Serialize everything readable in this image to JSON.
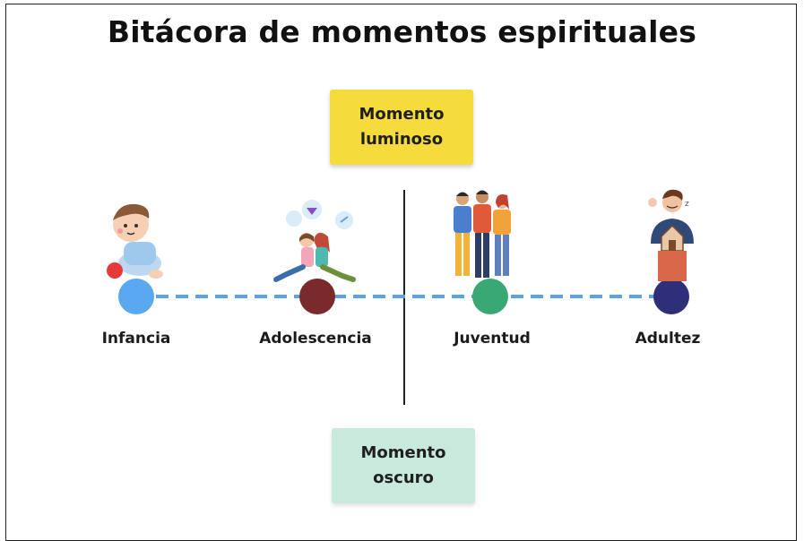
{
  "title": "Bitácora de momentos espirituales",
  "notes": {
    "light": {
      "line1": "Momento",
      "line2": "luminoso",
      "color": "#f5dc3c"
    },
    "dark": {
      "line1": "Momento",
      "line2": "oscuro",
      "color": "#c9e9dc"
    }
  },
  "timeline": {
    "line_color": "#5aa3e6",
    "stages": [
      {
        "label": "Infancia",
        "dot_color": "#5aa8f0",
        "illustration": "baby-icon"
      },
      {
        "label": "Adolescencia",
        "dot_color": "#7a2a2a",
        "illustration": "teenagers-icon"
      },
      {
        "label": "Juventud",
        "dot_color": "#3aa875",
        "illustration": "young-adults-icon"
      },
      {
        "label": "Adultez",
        "dot_color": "#2e2f78",
        "illustration": "adult-icon"
      }
    ]
  }
}
